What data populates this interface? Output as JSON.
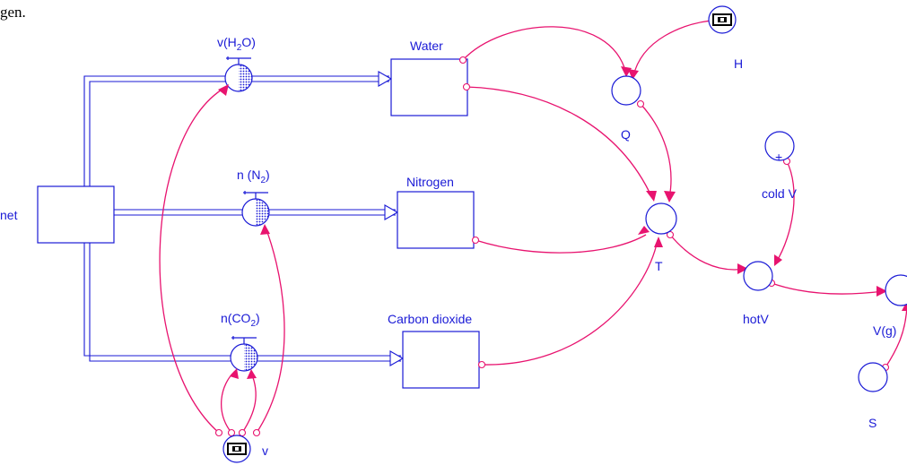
{
  "intro_fragment": "gen.",
  "colors": {
    "model_blue": "#1a1ad6",
    "connector_pink": "#e8136f"
  },
  "stocks": {
    "net": "net",
    "water": "Water",
    "nitrogen": "Nitrogen",
    "carbon_dioxide": "Carbon dioxide"
  },
  "flows": {
    "water_flow": {
      "label": "v(H",
      "sub": "2",
      "tail": "O)"
    },
    "nitrogen_flow": {
      "label": "n (N",
      "sub": "2",
      "tail": ")"
    },
    "co2_flow": {
      "label": "n(CO",
      "sub": "2",
      "tail": ")"
    }
  },
  "converters": {
    "q": "Q",
    "h": "H",
    "t": "T",
    "cold_v": "cold V",
    "hot_v": "hotV",
    "v_gas": "V(g)",
    "s": "S",
    "v": "v"
  },
  "icons": {
    "ghost_converter": "ghost-converter-icon",
    "graph_converter": "graphical-function-icon",
    "valve": "flow-valve-icon"
  }
}
